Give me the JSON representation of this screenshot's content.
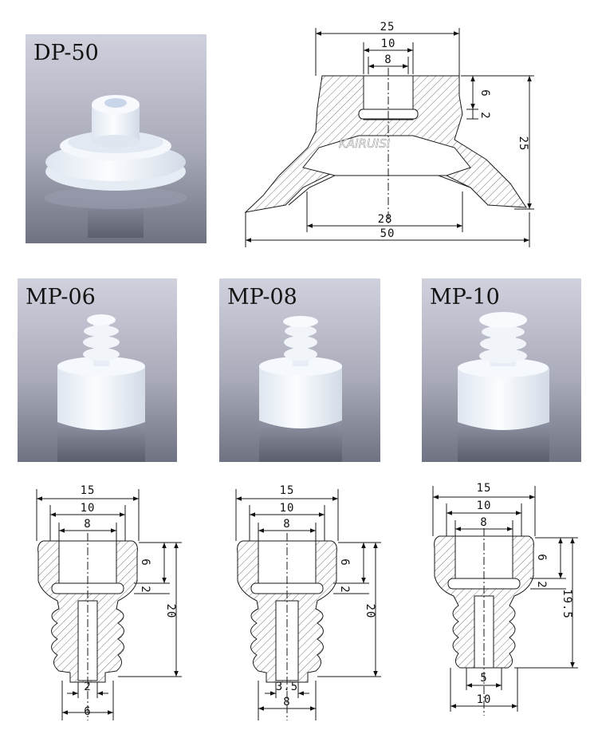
{
  "products": [
    {
      "id": "dp50",
      "model": "DP-50",
      "dims": {
        "top_width": "25",
        "bore_outer": "10",
        "bore_inner": "8",
        "top_height": "6",
        "slot": "2",
        "total_height": "25",
        "base_inner": "28",
        "base_outer": "50"
      }
    },
    {
      "id": "mp06",
      "model": "MP-06",
      "dims": {
        "top_width": "15",
        "bore_outer": "10",
        "bore_inner": "8",
        "top_height": "6",
        "slot": "2",
        "total_height": "20",
        "tip_inner": "2",
        "tip_outer": "6"
      }
    },
    {
      "id": "mp08",
      "model": "MP-08",
      "dims": {
        "top_width": "15",
        "bore_outer": "10",
        "bore_inner": "8",
        "top_height": "6",
        "slot": "2",
        "total_height": "20",
        "tip_inner": "3.5",
        "tip_outer": "8"
      }
    },
    {
      "id": "mp10",
      "model": "MP-10",
      "dims": {
        "top_width": "15",
        "bore_outer": "10",
        "bore_inner": "8",
        "top_height": "6",
        "slot": "2",
        "total_height": "19.5",
        "tip_inner": "5",
        "tip_outer": "10"
      }
    }
  ],
  "watermark": "KAIRUISI",
  "colors": {
    "photo_bg_top": "#c9cbd8",
    "photo_bg_bottom": "#7a7d8c",
    "silicone": "#eef2f8",
    "line": "#1a1a1a"
  }
}
